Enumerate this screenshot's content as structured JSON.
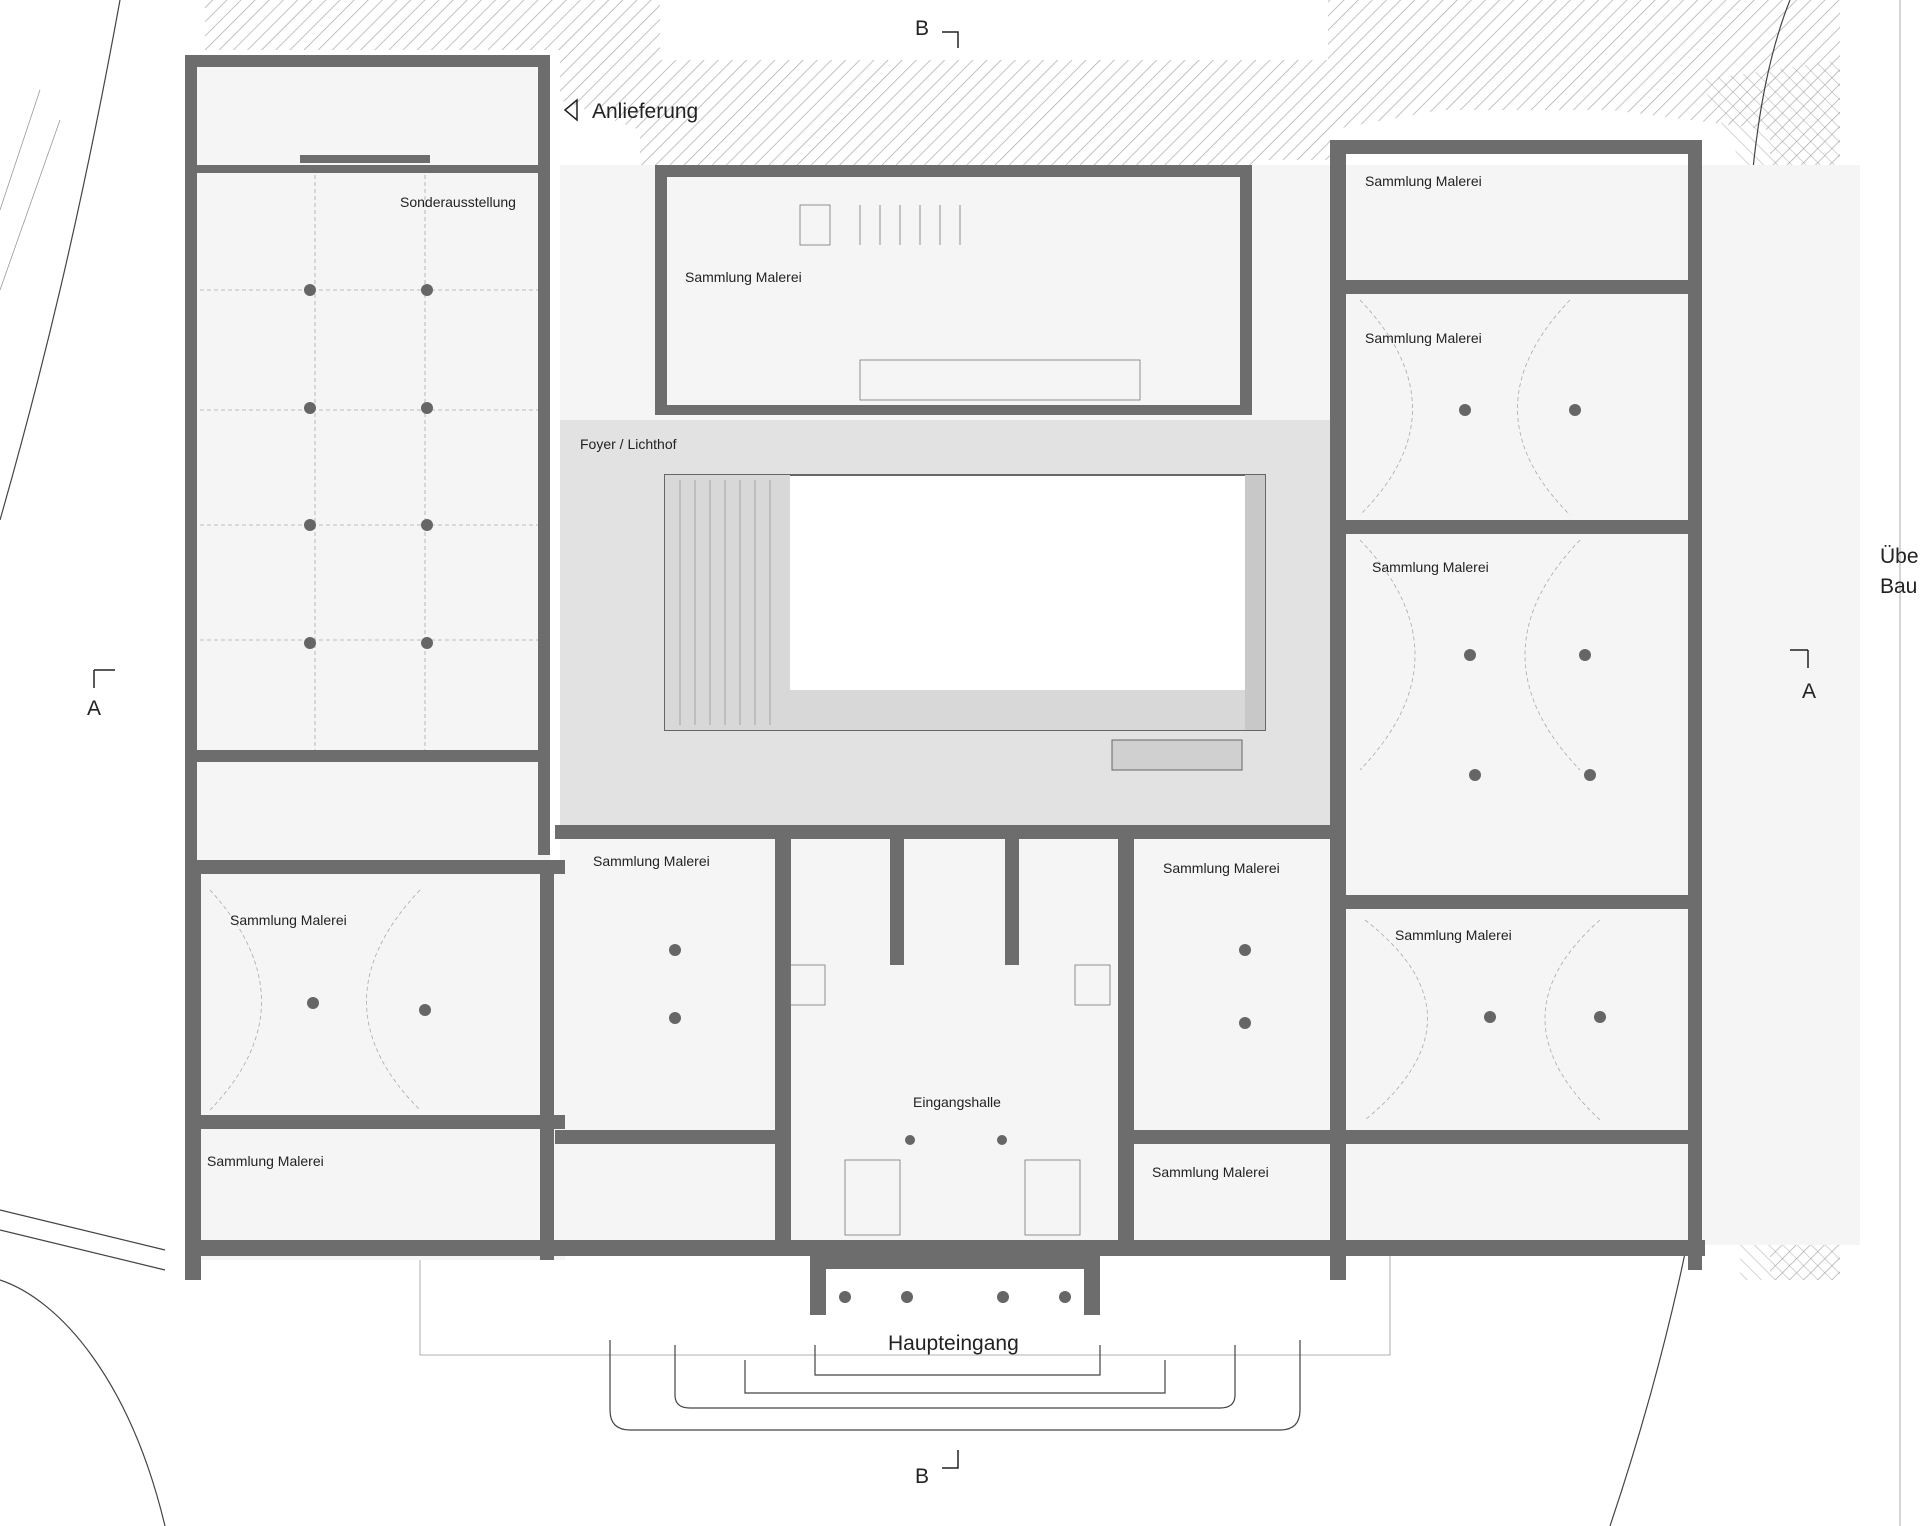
{
  "labels": {
    "anlieferung": "Anlieferung",
    "sonderausstellung": "Sonderausstellung",
    "sammlung_malerei": "Sammlung Malerei",
    "foyer": "Foyer / Lichthof",
    "eingangshalle": "Eingangshalle",
    "haupteingang": "Haupteingang",
    "section_a": "A",
    "section_b": "B",
    "cut_text_1": "Übe",
    "cut_text_2": "Bau"
  },
  "colors": {
    "wall": "#6d6d6d",
    "floor": "#f5f5f5",
    "atrium": "#e2e2e2",
    "hatch": "#9a9a9a",
    "line": "#444444"
  }
}
